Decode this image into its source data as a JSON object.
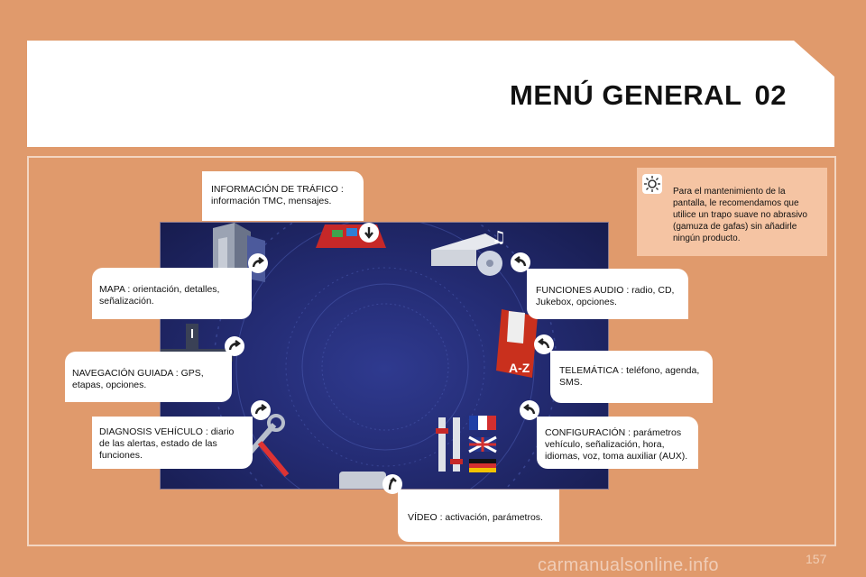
{
  "header": {
    "title": "MENÚ GENERAL",
    "chapter": "02"
  },
  "tip": {
    "text": "Para el mantenimiento de la pantalla, le recomendamos que utilice un trapo suave no abrasivo (gamuza de gafas) sin añadirle ningún producto."
  },
  "menu": [
    {
      "id": "trafico",
      "text": "INFORMACIÓN DE TRÁFICO : información TMC, mensajes."
    },
    {
      "id": "mapa",
      "text": "MAPA : orientación, detalles, señalización."
    },
    {
      "id": "navegacion",
      "text": "NAVEGACIÓN GUIADA : GPS, etapas, opciones."
    },
    {
      "id": "diagnosis",
      "text": "DIAGNOSIS VEHÍCULO : diario de las alertas, estado de las funciones."
    },
    {
      "id": "audio",
      "text": "FUNCIONES AUDIO : radio, CD, Jukebox, opciones."
    },
    {
      "id": "telematica",
      "text": "TELEMÁTICA : teléfono, agenda, SMS."
    },
    {
      "id": "configuracion",
      "text": "CONFIGURACIÓN : parámetros vehículo, señalización, hora, idiomas, voz, toma auxiliar (AUX)."
    },
    {
      "id": "video",
      "text": "VÍDEO : activación, parámetros."
    }
  ],
  "screen": {
    "agenda_label": "A-Z"
  },
  "footer": {
    "page_number": "157",
    "watermark": "carmanualsonline.info"
  }
}
